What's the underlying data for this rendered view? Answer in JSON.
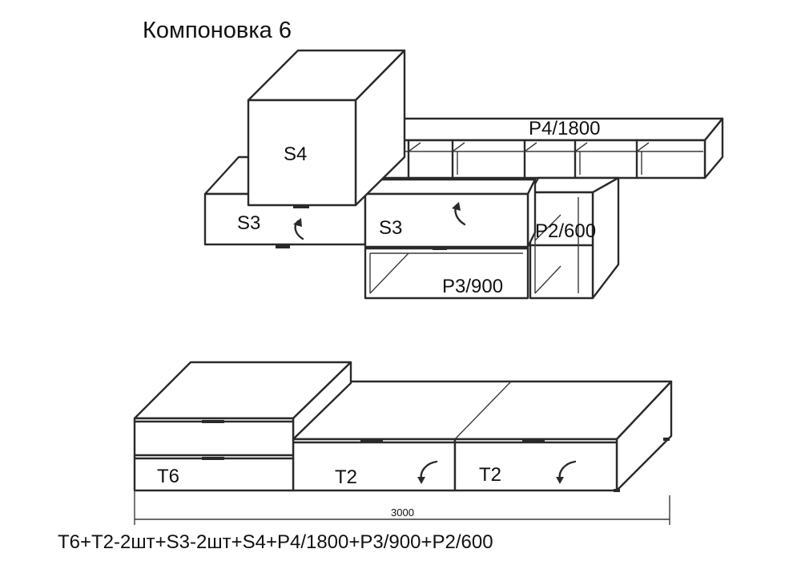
{
  "title": "Компоновка 6",
  "wall_units": {
    "s4_label": "S4",
    "s3_left_label": "S3",
    "s3_right_label": "S3",
    "shelf_long_label": "P4/1800",
    "shelf_short_label": "P2/600",
    "shelf_open_label": "P3/900"
  },
  "floor_units": {
    "t6_label": "T6",
    "t2_left_label": "T2",
    "t2_right_label": "T2",
    "dimension_label": "3000"
  },
  "formula": "T6+T2-2шт+S3-2шт+S4+P4/1800+P3/900+P2/600"
}
